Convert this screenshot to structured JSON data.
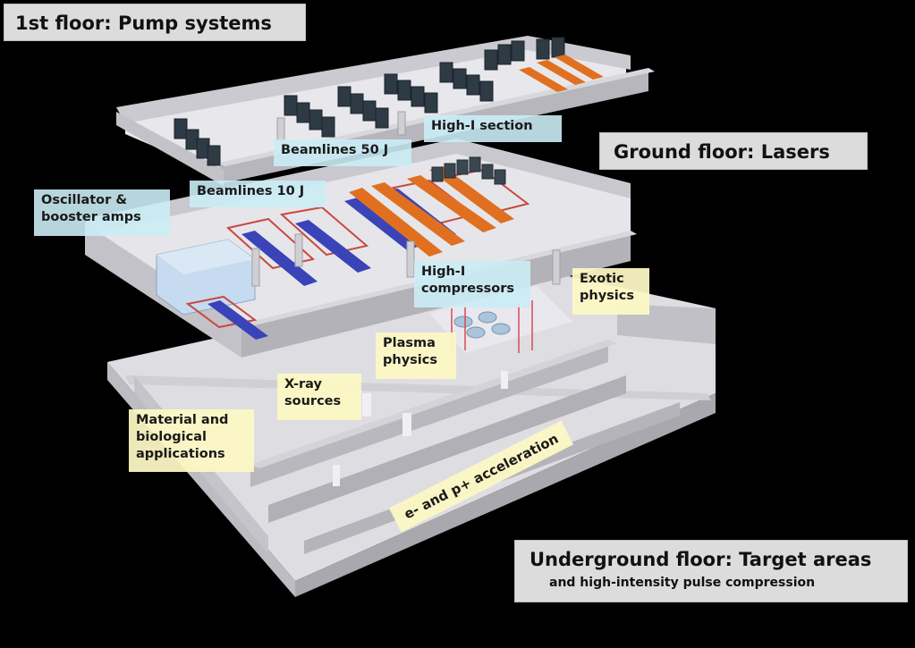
{
  "titles": {
    "first_floor": "1st floor:  Pump systems",
    "ground_floor": "Ground floor:  Lasers",
    "underground_floor": "Underground floor:  Target areas",
    "underground_subtitle": "and high-intensity pulse compression"
  },
  "labels": {
    "high_i_section": "High-I section",
    "beamlines_50j": "Beamlines 50 J",
    "beamlines_10j": "Beamlines 10 J",
    "oscillator_line1": "Oscillator &",
    "oscillator_line2": "booster amps",
    "high_i_compressors_line1": "High-I",
    "high_i_compressors_line2": "compressors",
    "exotic_line1": "Exotic",
    "exotic_line2": "physics",
    "plasma_line1": "Plasma",
    "plasma_line2": "physics",
    "xray_line1": "X-ray",
    "xray_line2": "sources",
    "material_line1": "Material and",
    "material_line2": "biological",
    "material_line3": "applications",
    "acceleration": "e- and p+ acceleration"
  },
  "colors": {
    "background": "#000000",
    "wall": "#c8c8cc",
    "floor": "#e4e4e8",
    "cabinet": "#2e3a44",
    "beam_orange": "#e07020",
    "beam_blue": "#3a44b8",
    "rail_red": "#c84a40",
    "label_blue": "#cbecf5",
    "label_yellow": "#fcf8c4"
  }
}
